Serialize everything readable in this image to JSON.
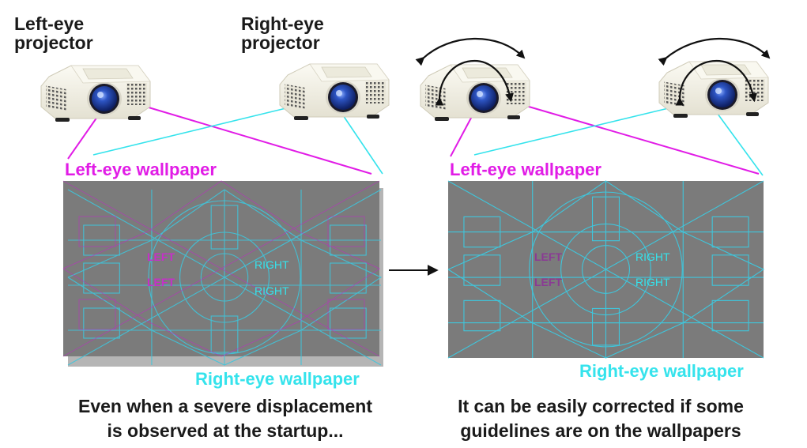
{
  "labels": {
    "left_projector": "Left-eye\nprojector",
    "right_projector": "Right-eye\nprojector"
  },
  "panels": [
    {
      "left_wallpaper": "Left-eye wallpaper",
      "right_wallpaper": "Right-eye wallpaper",
      "caption": "Even when a severe displacement\nis observed at the startup...",
      "pattern_left_text": [
        "LEFT",
        "LEFT"
      ],
      "pattern_right_text": [
        "RIGHT",
        "RIGHT"
      ]
    },
    {
      "left_wallpaper": "Left-eye wallpaper",
      "right_wallpaper": "Right-eye wallpaper",
      "caption": "It can be easily corrected if some\nguidelines are on the wallpapers",
      "pattern_left_text": [
        "LEFT",
        "LEFT"
      ],
      "pattern_right_text": [
        "RIGHT",
        "RIGHT"
      ]
    }
  ],
  "colors": {
    "left_eye": "#e11ce6",
    "right_eye": "#35e3ec",
    "screen": "#7b7b7b",
    "screen_shadow": "#b5b5b5",
    "guideline": "#3fc6dc",
    "projector_body": "#f3f1e6",
    "lens": "#1f3f9a"
  },
  "icons": [
    "projector-icon",
    "rotate-arrows-icon",
    "arrow-right-icon"
  ]
}
